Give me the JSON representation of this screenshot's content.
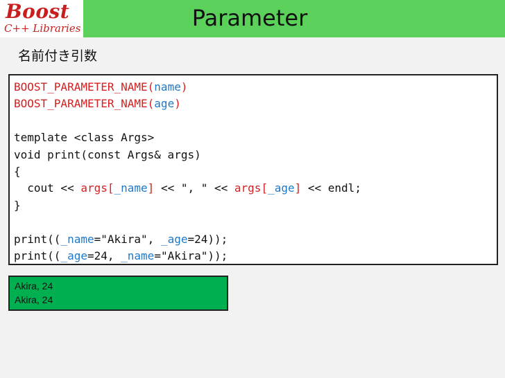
{
  "header": {
    "logo_main": "Boost",
    "logo_sub": "C++ Libraries",
    "title": "Parameter"
  },
  "subtitle": "名前付き引数",
  "code": [
    [
      {
        "t": "BOOST_PARAMETER_NAME(",
        "c": "red"
      },
      {
        "t": "name",
        "c": "blue"
      },
      {
        "t": ")",
        "c": "red"
      }
    ],
    [
      {
        "t": "BOOST_PARAMETER_NAME(",
        "c": "red"
      },
      {
        "t": "age",
        "c": "blue"
      },
      {
        "t": ")",
        "c": "red"
      }
    ],
    [],
    [
      {
        "t": "template <class Args>"
      }
    ],
    [
      {
        "t": "void print(const Args& args)"
      }
    ],
    [
      {
        "t": "{"
      }
    ],
    [
      {
        "t": "  cout << "
      },
      {
        "t": "args[",
        "c": "red"
      },
      {
        "t": "_name",
        "c": "blue"
      },
      {
        "t": "]",
        "c": "red"
      },
      {
        "t": " << \", \" << "
      },
      {
        "t": "args[",
        "c": "red"
      },
      {
        "t": "_age",
        "c": "blue"
      },
      {
        "t": "]",
        "c": "red"
      },
      {
        "t": " << endl;"
      }
    ],
    [
      {
        "t": "}"
      }
    ],
    [],
    [
      {
        "t": "print(("
      },
      {
        "t": "_name",
        "c": "blue"
      },
      {
        "t": "=\"Akira\", "
      },
      {
        "t": "_age",
        "c": "blue"
      },
      {
        "t": "=24));"
      }
    ],
    [
      {
        "t": "print(("
      },
      {
        "t": "_age",
        "c": "blue"
      },
      {
        "t": "=24, "
      },
      {
        "t": "_name",
        "c": "blue"
      },
      {
        "t": "=\"Akira\"));"
      }
    ]
  ],
  "output": [
    "Akira, 24",
    "Akira, 24"
  ],
  "colors": {
    "header_bar": "#5bd05b",
    "keyword_red": "#d42020",
    "keyword_blue": "#1f78c8",
    "output_bg": "#00b050"
  }
}
